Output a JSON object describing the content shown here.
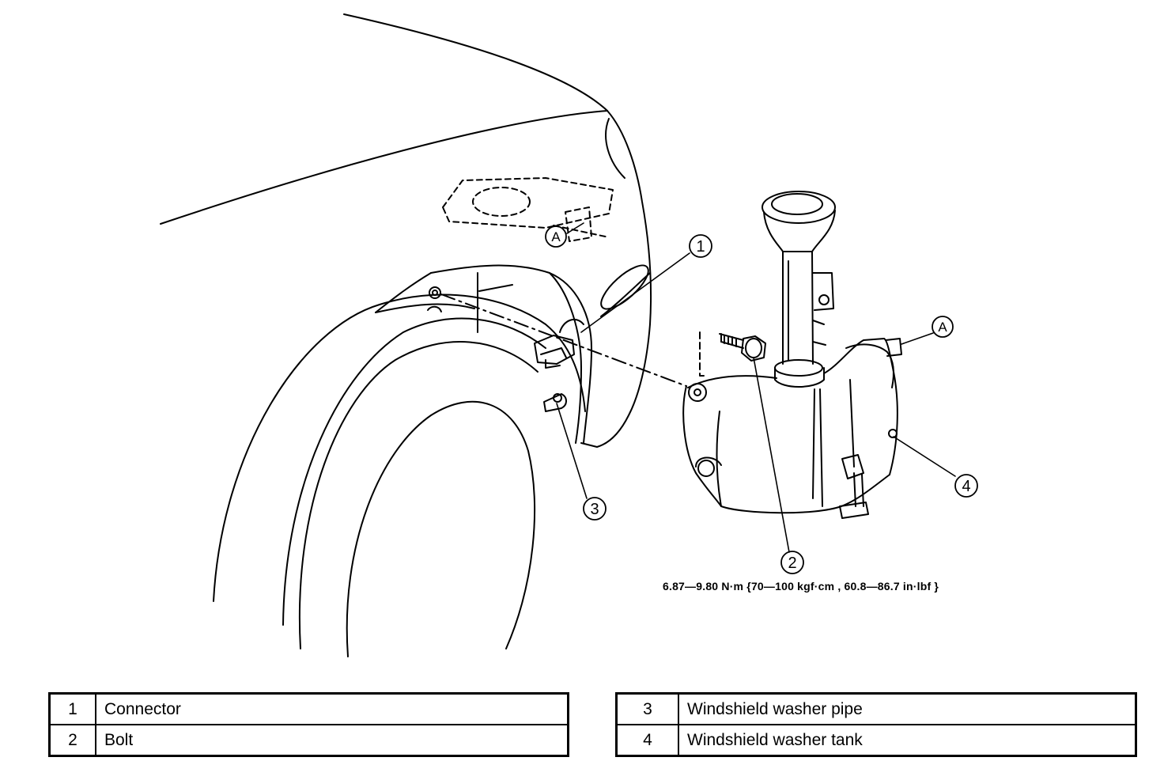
{
  "callouts": {
    "c1": "1",
    "c2": "2",
    "c3": "3",
    "c4": "4",
    "a_left": "A",
    "a_right": "A"
  },
  "torque_spec": "6.87—9.80 N·m {70—100 kgf·cm , 60.8—86.7 in·lbf }",
  "legend": {
    "left": [
      {
        "num": "1",
        "label": "Connector"
      },
      {
        "num": "2",
        "label": "Bolt"
      }
    ],
    "right": [
      {
        "num": "3",
        "label": "Windshield washer pipe"
      },
      {
        "num": "4",
        "label": "Windshield washer tank"
      }
    ]
  }
}
